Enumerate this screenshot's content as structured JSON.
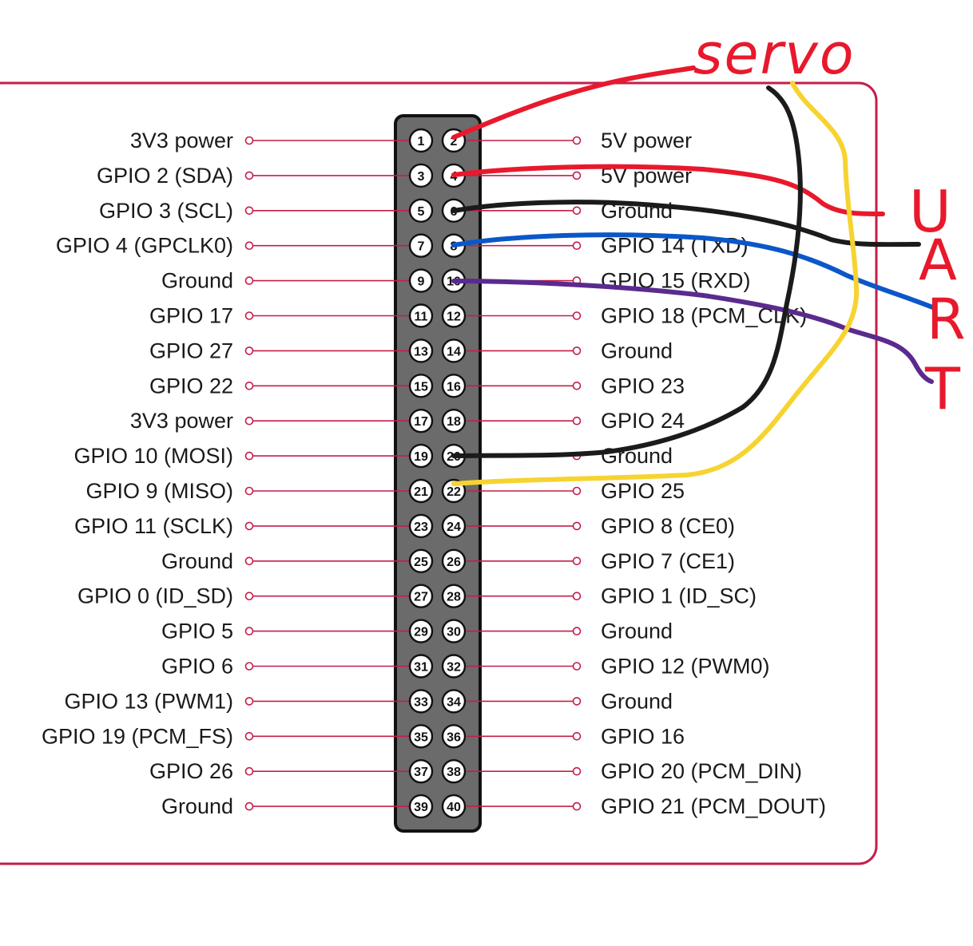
{
  "header": {
    "pins_left": [
      {
        "num": "1",
        "label": "3V3 power"
      },
      {
        "num": "3",
        "label": "GPIO 2 (SDA)"
      },
      {
        "num": "5",
        "label": "GPIO 3 (SCL)"
      },
      {
        "num": "7",
        "label": "GPIO 4 (GPCLK0)"
      },
      {
        "num": "9",
        "label": "Ground"
      },
      {
        "num": "11",
        "label": "GPIO 17"
      },
      {
        "num": "13",
        "label": "GPIO 27"
      },
      {
        "num": "15",
        "label": "GPIO 22"
      },
      {
        "num": "17",
        "label": "3V3 power"
      },
      {
        "num": "19",
        "label": "GPIO 10 (MOSI)"
      },
      {
        "num": "21",
        "label": "GPIO 9 (MISO)"
      },
      {
        "num": "23",
        "label": "GPIO 11 (SCLK)"
      },
      {
        "num": "25",
        "label": "Ground"
      },
      {
        "num": "27",
        "label": "GPIO 0 (ID_SD)"
      },
      {
        "num": "29",
        "label": "GPIO 5"
      },
      {
        "num": "31",
        "label": "GPIO 6"
      },
      {
        "num": "33",
        "label": "GPIO 13 (PWM1)"
      },
      {
        "num": "35",
        "label": "GPIO 19 (PCM_FS)"
      },
      {
        "num": "37",
        "label": "GPIO 26"
      },
      {
        "num": "39",
        "label": "Ground"
      }
    ],
    "pins_right": [
      {
        "num": "2",
        "label": "5V power"
      },
      {
        "num": "4",
        "label": "5V power"
      },
      {
        "num": "6",
        "label": "Ground"
      },
      {
        "num": "8",
        "label": "GPIO 14 (TXD)"
      },
      {
        "num": "10",
        "label": "GPIO 15 (RXD)"
      },
      {
        "num": "12",
        "label": "GPIO 18 (PCM_CLK)"
      },
      {
        "num": "14",
        "label": "Ground"
      },
      {
        "num": "16",
        "label": "GPIO 23"
      },
      {
        "num": "18",
        "label": "GPIO 24"
      },
      {
        "num": "20",
        "label": "Ground"
      },
      {
        "num": "22",
        "label": "GPIO 25"
      },
      {
        "num": "24",
        "label": "GPIO 8 (CE0)"
      },
      {
        "num": "26",
        "label": "GPIO 7 (CE1)"
      },
      {
        "num": "28",
        "label": "GPIO 1 (ID_SC)"
      },
      {
        "num": "30",
        "label": "Ground"
      },
      {
        "num": "32",
        "label": "GPIO 12 (PWM0)"
      },
      {
        "num": "34",
        "label": "Ground"
      },
      {
        "num": "36",
        "label": "GPIO 16"
      },
      {
        "num": "38",
        "label": "GPIO 20 (PCM_DIN)"
      },
      {
        "num": "40",
        "label": "GPIO 21 (PCM_DOUT)"
      }
    ]
  },
  "annotations": {
    "servo": "servo",
    "uart": [
      "U",
      "A",
      "R",
      "T"
    ]
  },
  "wires": [
    {
      "pin": "2",
      "color": "#e8192c"
    },
    {
      "pin": "4",
      "color": "#e8192c"
    },
    {
      "pin": "6",
      "color": "#1b1b1b"
    },
    {
      "pin": "8",
      "color": "#0b57c9"
    },
    {
      "pin": "10",
      "color": "#5b2a8f"
    },
    {
      "pin": "20",
      "color": "#1b1b1b"
    },
    {
      "pin": "22",
      "color": "#f7d330"
    }
  ],
  "colors": {
    "board_border": "#c41e4a",
    "leader_line": "#c41e4a",
    "header_fill": "#6b6b6b",
    "annotation": "#e8192c"
  }
}
